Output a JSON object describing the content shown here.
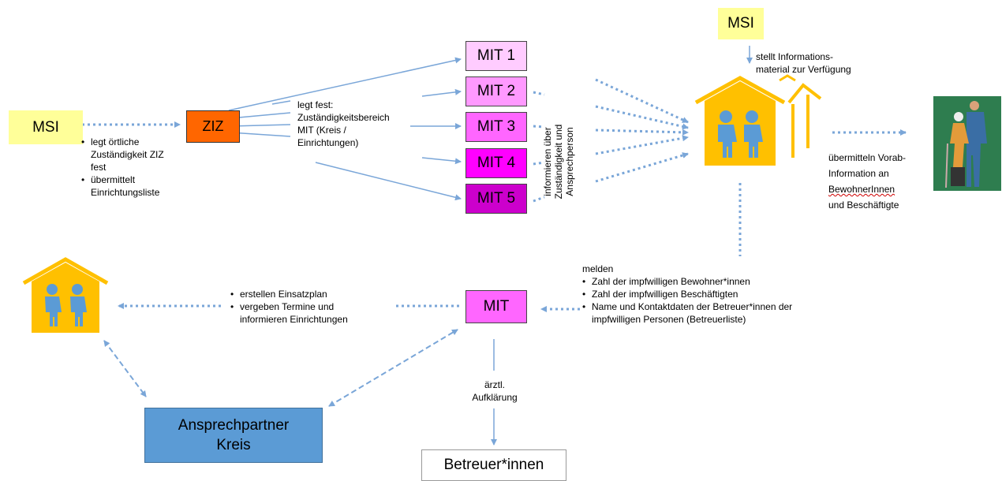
{
  "msi_left": "MSI",
  "msi_top": "MSI",
  "ziz": "ZIZ",
  "msi_ziz_notes": [
    "legt örtliche Zuständigkeit ZIZ fest",
    "übermittelt Einrichtungsliste"
  ],
  "ziz_notes": "legt fest: Zuständigkeitsbereich MIT (Kreis / Einrichtungen)",
  "mit_boxes": [
    {
      "label": "MIT 1",
      "color": "#ffccff"
    },
    {
      "label": "MIT 2",
      "color": "#ff99ff"
    },
    {
      "label": "MIT 3",
      "color": "#ff66ff"
    },
    {
      "label": "MIT 4",
      "color": "#ff00ff"
    },
    {
      "label": "MIT 5",
      "color": "#cc00cc"
    }
  ],
  "vertical_note": [
    "informieren über",
    "Zuständigkeit und",
    "Ansprechperson"
  ],
  "msi_top_note": [
    "stellt Informations-",
    "material zur Verfügung"
  ],
  "transmit_note": [
    "übermitteln Vorab-",
    "Information an",
    "BewohnerInnen",
    "und Beschäftigte"
  ],
  "melden_title": "melden",
  "melden_items": [
    "Zahl der impfwilligen Bewohner*innen",
    "Zahl der impfwilligen Beschäftigten",
    "Name und Kontaktdaten der Betreuer*innen der impfwilligen Personen (Betreuerliste)"
  ],
  "mit_bottom": "MIT",
  "plan_items": [
    "erstellen Einsatzplan",
    "vergeben Termine und informieren Einrichtungen"
  ],
  "contact": "Ansprechpartner Kreis",
  "aufklaerung": "ärztl. Aufklärung",
  "betreuer": "Betreuer*innen",
  "colors": {
    "arrow": "#7aa6d8",
    "house": "#ffc000",
    "figure": "#5b9bd5",
    "contact_box": "#5b9bd5"
  }
}
